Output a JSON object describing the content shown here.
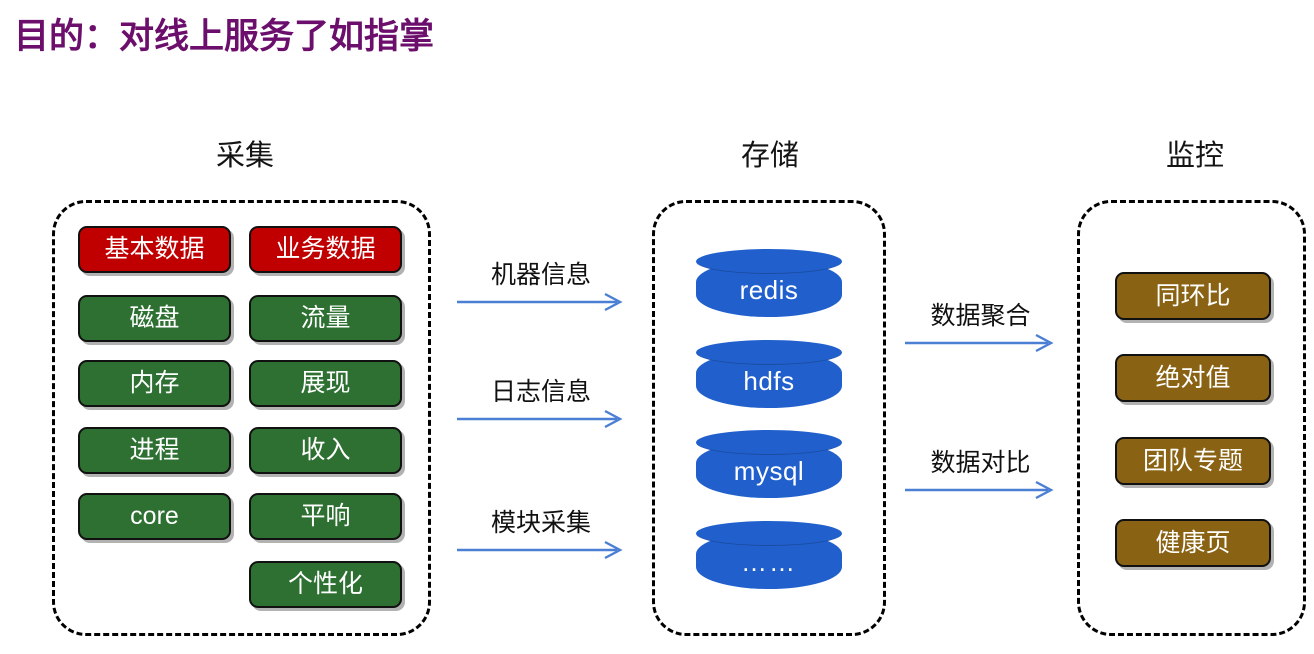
{
  "title": "目的：对线上服务了如指掌",
  "colors": {
    "title": "#6C0E6C",
    "red": "#C00000",
    "green": "#2D7032",
    "brown": "#8A6213",
    "cylinder": "#2160CC",
    "arrow": "#4A7FD4",
    "border": "#000000"
  },
  "columns": {
    "collect": {
      "header": "采集",
      "group_a": [
        {
          "label": "基本数据",
          "style": "red"
        },
        {
          "label": "磁盘",
          "style": "green"
        },
        {
          "label": "内存",
          "style": "green"
        },
        {
          "label": "进程",
          "style": "green"
        },
        {
          "label": "core",
          "style": "green"
        }
      ],
      "group_b": [
        {
          "label": "业务数据",
          "style": "red"
        },
        {
          "label": "流量",
          "style": "green"
        },
        {
          "label": "展现",
          "style": "green"
        },
        {
          "label": "收入",
          "style": "green"
        },
        {
          "label": "平响",
          "style": "green"
        },
        {
          "label": "个性化",
          "style": "green"
        }
      ]
    },
    "storage": {
      "header": "存储",
      "stores": [
        {
          "label": "redis"
        },
        {
          "label": "hdfs"
        },
        {
          "label": "mysql"
        },
        {
          "label": "……"
        }
      ]
    },
    "monitor": {
      "header": "监控",
      "items": [
        {
          "label": "同环比",
          "style": "brown"
        },
        {
          "label": "绝对值",
          "style": "brown"
        },
        {
          "label": "团队专题",
          "style": "brown"
        },
        {
          "label": "健康页",
          "style": "brown"
        }
      ]
    }
  },
  "arrows": {
    "collect_to_storage": [
      {
        "label": "机器信息"
      },
      {
        "label": "日志信息"
      },
      {
        "label": "模块采集"
      }
    ],
    "storage_to_monitor": [
      {
        "label": "数据聚合"
      },
      {
        "label": "数据对比"
      }
    ]
  }
}
